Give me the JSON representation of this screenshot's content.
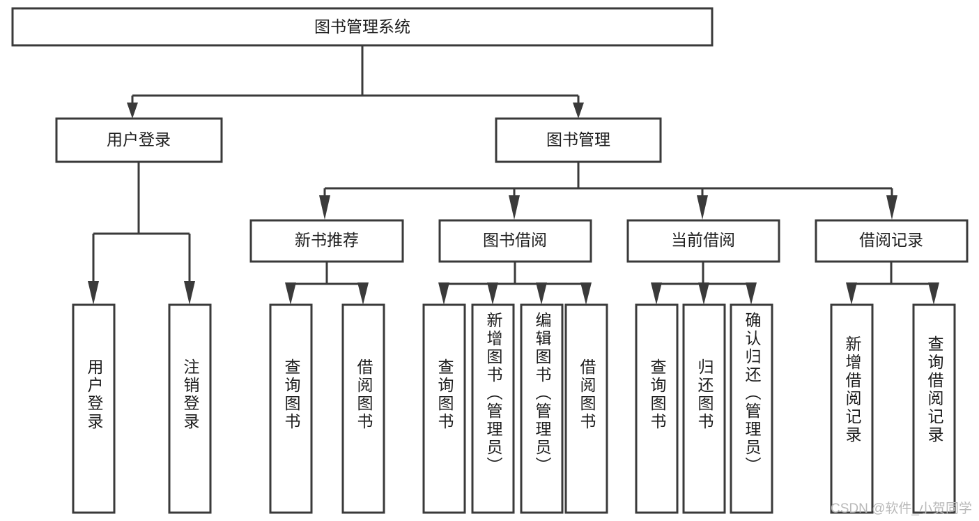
{
  "diagram": {
    "type": "tree-hierarchy-chart",
    "root": {
      "id": "root",
      "label": "图书管理系统",
      "orientation": "horizontal"
    },
    "level2": [
      {
        "id": "user-login",
        "label": "用户登录",
        "orientation": "horizontal"
      },
      {
        "id": "book-manage",
        "label": "图书管理",
        "orientation": "horizontal"
      }
    ],
    "level3": [
      {
        "id": "new-book-recommend",
        "label": "新书推荐",
        "orientation": "horizontal",
        "parent": "book-manage"
      },
      {
        "id": "book-borrow",
        "label": "图书借阅",
        "orientation": "horizontal",
        "parent": "book-manage"
      },
      {
        "id": "current-borrow",
        "label": "当前借阅",
        "orientation": "horizontal",
        "parent": "book-manage"
      },
      {
        "id": "borrow-record",
        "label": "借阅记录",
        "orientation": "horizontal",
        "parent": "book-manage"
      }
    ],
    "leaves": [
      {
        "id": "leaf-user-login",
        "label": "用户登录",
        "orientation": "vertical",
        "parent": "user-login"
      },
      {
        "id": "leaf-logout",
        "label": "注销登录",
        "orientation": "vertical",
        "parent": "user-login"
      },
      {
        "id": "leaf-query-book-1",
        "label": "查询图书",
        "orientation": "vertical",
        "parent": "new-book-recommend"
      },
      {
        "id": "leaf-borrow-book-1",
        "label": "借阅图书",
        "orientation": "vertical",
        "parent": "new-book-recommend"
      },
      {
        "id": "leaf-query-book-2",
        "label": "查询图书",
        "orientation": "vertical",
        "parent": "book-borrow"
      },
      {
        "id": "leaf-add-book",
        "label": "新增图书（管理员）",
        "orientation": "vertical",
        "parent": "book-borrow"
      },
      {
        "id": "leaf-edit-book",
        "label": "编辑图书（管理员）",
        "orientation": "vertical",
        "parent": "book-borrow"
      },
      {
        "id": "leaf-borrow-book-2",
        "label": "借阅图书",
        "orientation": "vertical",
        "parent": "book-borrow"
      },
      {
        "id": "leaf-query-book-3",
        "label": "查询图书",
        "orientation": "vertical",
        "parent": "current-borrow"
      },
      {
        "id": "leaf-return-book",
        "label": "归还图书",
        "orientation": "vertical",
        "parent": "current-borrow"
      },
      {
        "id": "leaf-confirm-return",
        "label": "确认归还（管理员）",
        "orientation": "vertical",
        "parent": "current-borrow"
      },
      {
        "id": "leaf-add-record",
        "label": "新增借阅记录",
        "orientation": "vertical",
        "parent": "borrow-record"
      },
      {
        "id": "leaf-query-record",
        "label": "查询借阅记录",
        "orientation": "vertical",
        "parent": "borrow-record"
      }
    ],
    "colors": {
      "box_fill": "#ffffff",
      "box_stroke": "#3a3a3a",
      "text": "#1d1d1d",
      "background": "#ffffff",
      "watermark": "#b9b9b9"
    }
  },
  "watermark": {
    "text": "CSDN @软件_小贺同学"
  }
}
